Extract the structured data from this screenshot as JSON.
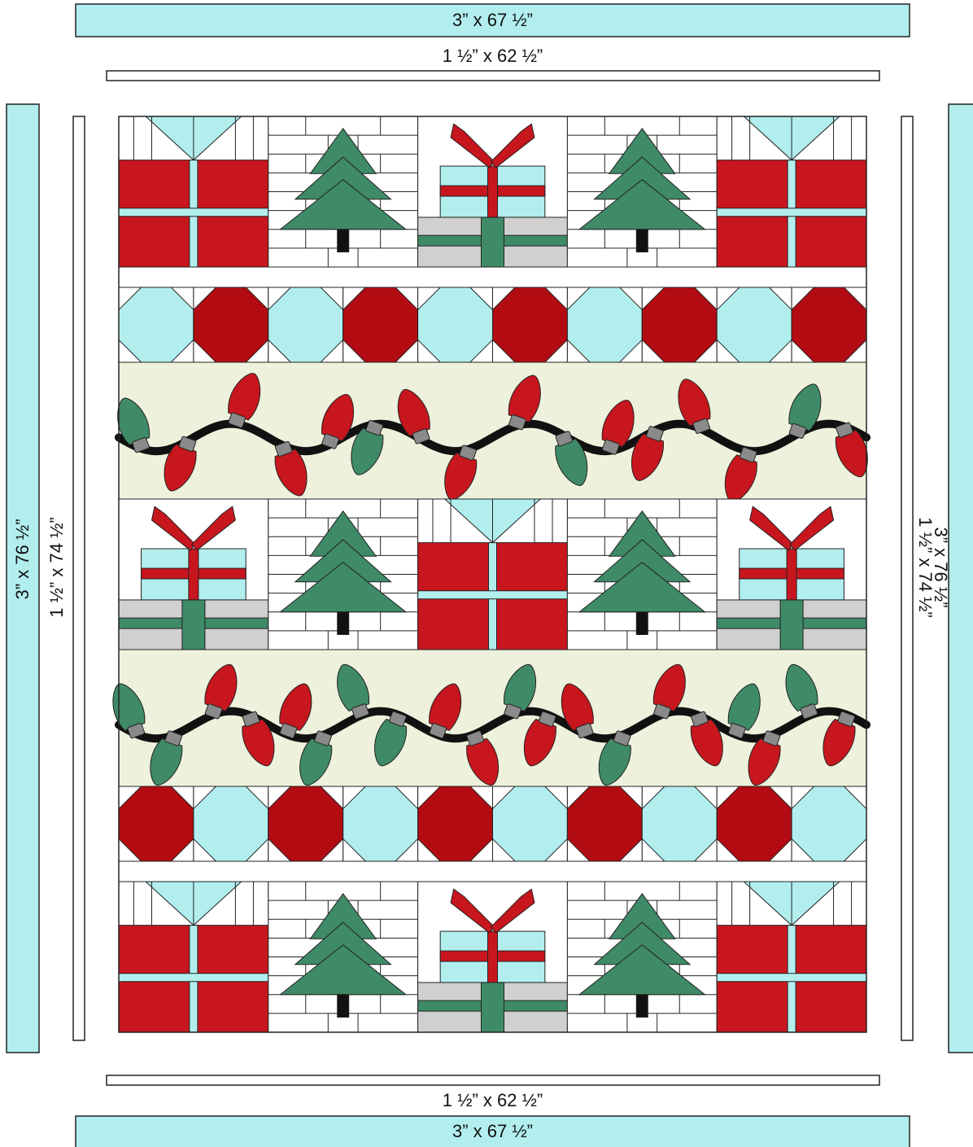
{
  "colors": {
    "outer_border": "#b2eeee",
    "red": "#c8161e",
    "dark_red": "#b20c12",
    "light_blue": "#b2eeee",
    "green": "#3f8a67",
    "cream": "#eef2dc",
    "gray": "#d0d0d0",
    "bulb_cap": "#8a8a8a",
    "cord": "#111111",
    "trunk": "#111111",
    "outline": "#222222"
  },
  "labels": {
    "outer_top": "3” x 67 ½”",
    "inner_top": "1 ½” x 62 ½”",
    "outer_left": "3” x 76 ½”",
    "inner_left": "1 ½” x 74 ½”",
    "outer_right": "3” x 76 ½”",
    "inner_right": "1 ½” x 74 ½”",
    "inner_bottom": "1 ½” x 62 ½”",
    "outer_bottom": "3” x 67 ½”"
  },
  "rows": [
    {
      "type": "blocks",
      "blocks": [
        "present",
        "tree",
        "stacked-gift",
        "tree",
        "present"
      ]
    },
    {
      "type": "sashing"
    },
    {
      "type": "octagons",
      "colors": [
        "light_blue",
        "dark_red",
        "light_blue",
        "dark_red",
        "light_blue",
        "dark_red",
        "light_blue",
        "dark_red",
        "light_blue",
        "dark_red"
      ]
    },
    {
      "type": "lights",
      "bulbs": [
        "green",
        "red",
        "red",
        "red",
        "red",
        "green",
        "red",
        "red",
        "red",
        "green",
        "red",
        "red",
        "red",
        "red",
        "green",
        "red"
      ]
    },
    {
      "type": "blocks",
      "blocks": [
        "stacked-gift",
        "tree",
        "present",
        "tree",
        "stacked-gift"
      ]
    },
    {
      "type": "lights",
      "bulbs": [
        "green",
        "green",
        "red",
        "red",
        "red",
        "green",
        "green",
        "green",
        "red",
        "red",
        "green",
        "red",
        "red",
        "green",
        "red",
        "red",
        "green",
        "red",
        "green",
        "red"
      ]
    },
    {
      "type": "octagons",
      "colors": [
        "dark_red",
        "light_blue",
        "dark_red",
        "light_blue",
        "dark_red",
        "light_blue",
        "dark_red",
        "light_blue",
        "dark_red",
        "light_blue"
      ]
    },
    {
      "type": "sashing"
    },
    {
      "type": "blocks",
      "blocks": [
        "present",
        "tree",
        "stacked-gift",
        "tree",
        "present"
      ]
    }
  ]
}
